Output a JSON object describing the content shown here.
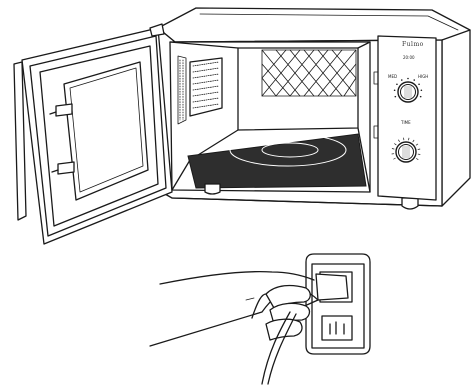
{
  "brand_label": "Fulmo",
  "power_knob": {
    "top_label": "20:00",
    "left_label": "MED",
    "right_label": "HIGH"
  },
  "timer_knob": {
    "top_label": "TIME"
  }
}
